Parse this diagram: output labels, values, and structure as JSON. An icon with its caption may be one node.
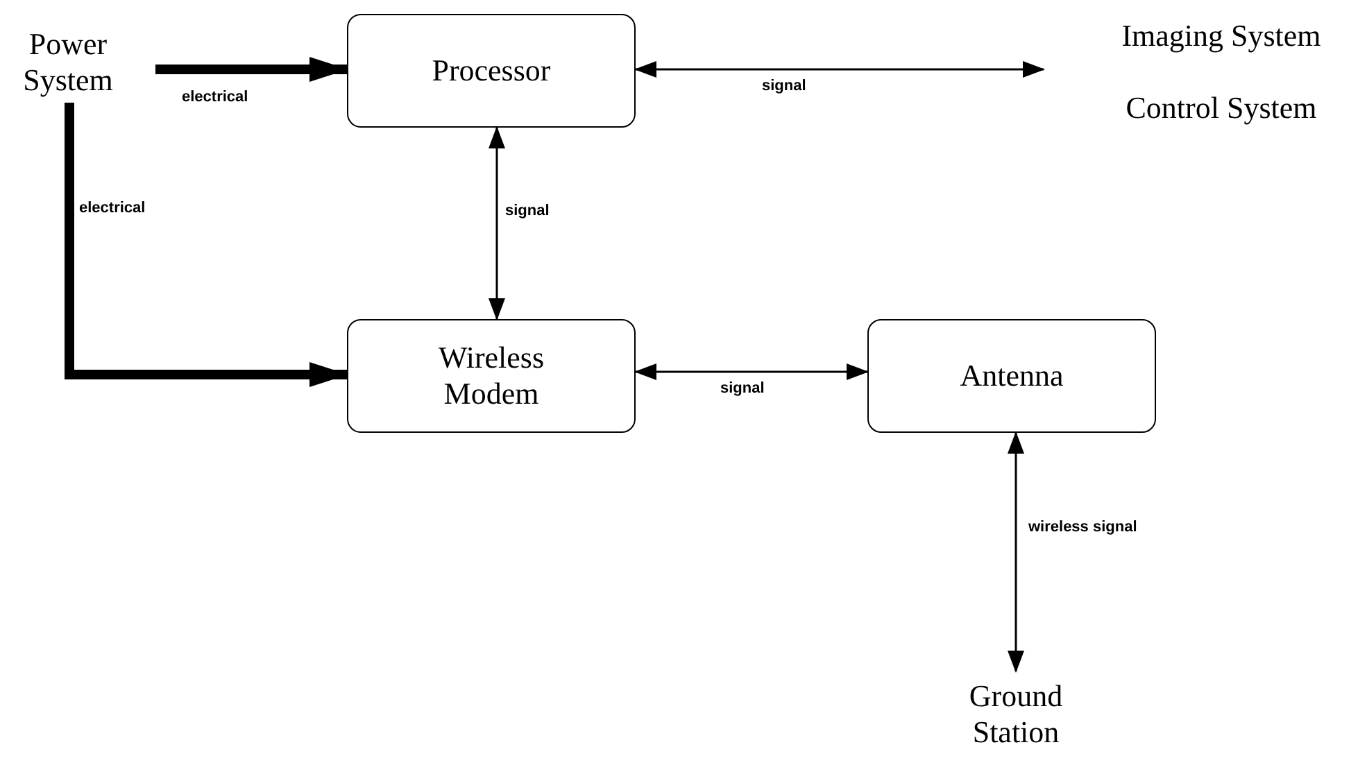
{
  "diagram": {
    "nodes": [
      {
        "text": [
          "Power System"
        ]
      },
      {
        "text": [
          "Processor"
        ]
      },
      {
        "text": [
          "Imaging System"
        ]
      },
      {
        "text": [
          "Control System"
        ]
      },
      {
        "text": [
          "Wireless Modem"
        ]
      },
      {
        "text": [
          "Antenna"
        ]
      },
      {
        "text": [
          "Ground Station"
        ]
      }
    ],
    "edges": [
      {
        "from": 0,
        "to": 1,
        "arrow": "to",
        "label": "electrical",
        "style": "thick"
      },
      {
        "from": 0,
        "to": 4,
        "arrow": "to",
        "label": "electrical",
        "style": "thick"
      },
      {
        "from": 1,
        "to": null,
        "arrow": "both",
        "label": "signal"
      },
      {
        "from": 1,
        "to": 4,
        "arrow": "both",
        "label": "signal"
      },
      {
        "from": 4,
        "to": 5,
        "arrow": "both",
        "label": "signal"
      },
      {
        "from": 5,
        "to": 6,
        "arrow": "both",
        "label": "wireless signal"
      }
    ]
  }
}
